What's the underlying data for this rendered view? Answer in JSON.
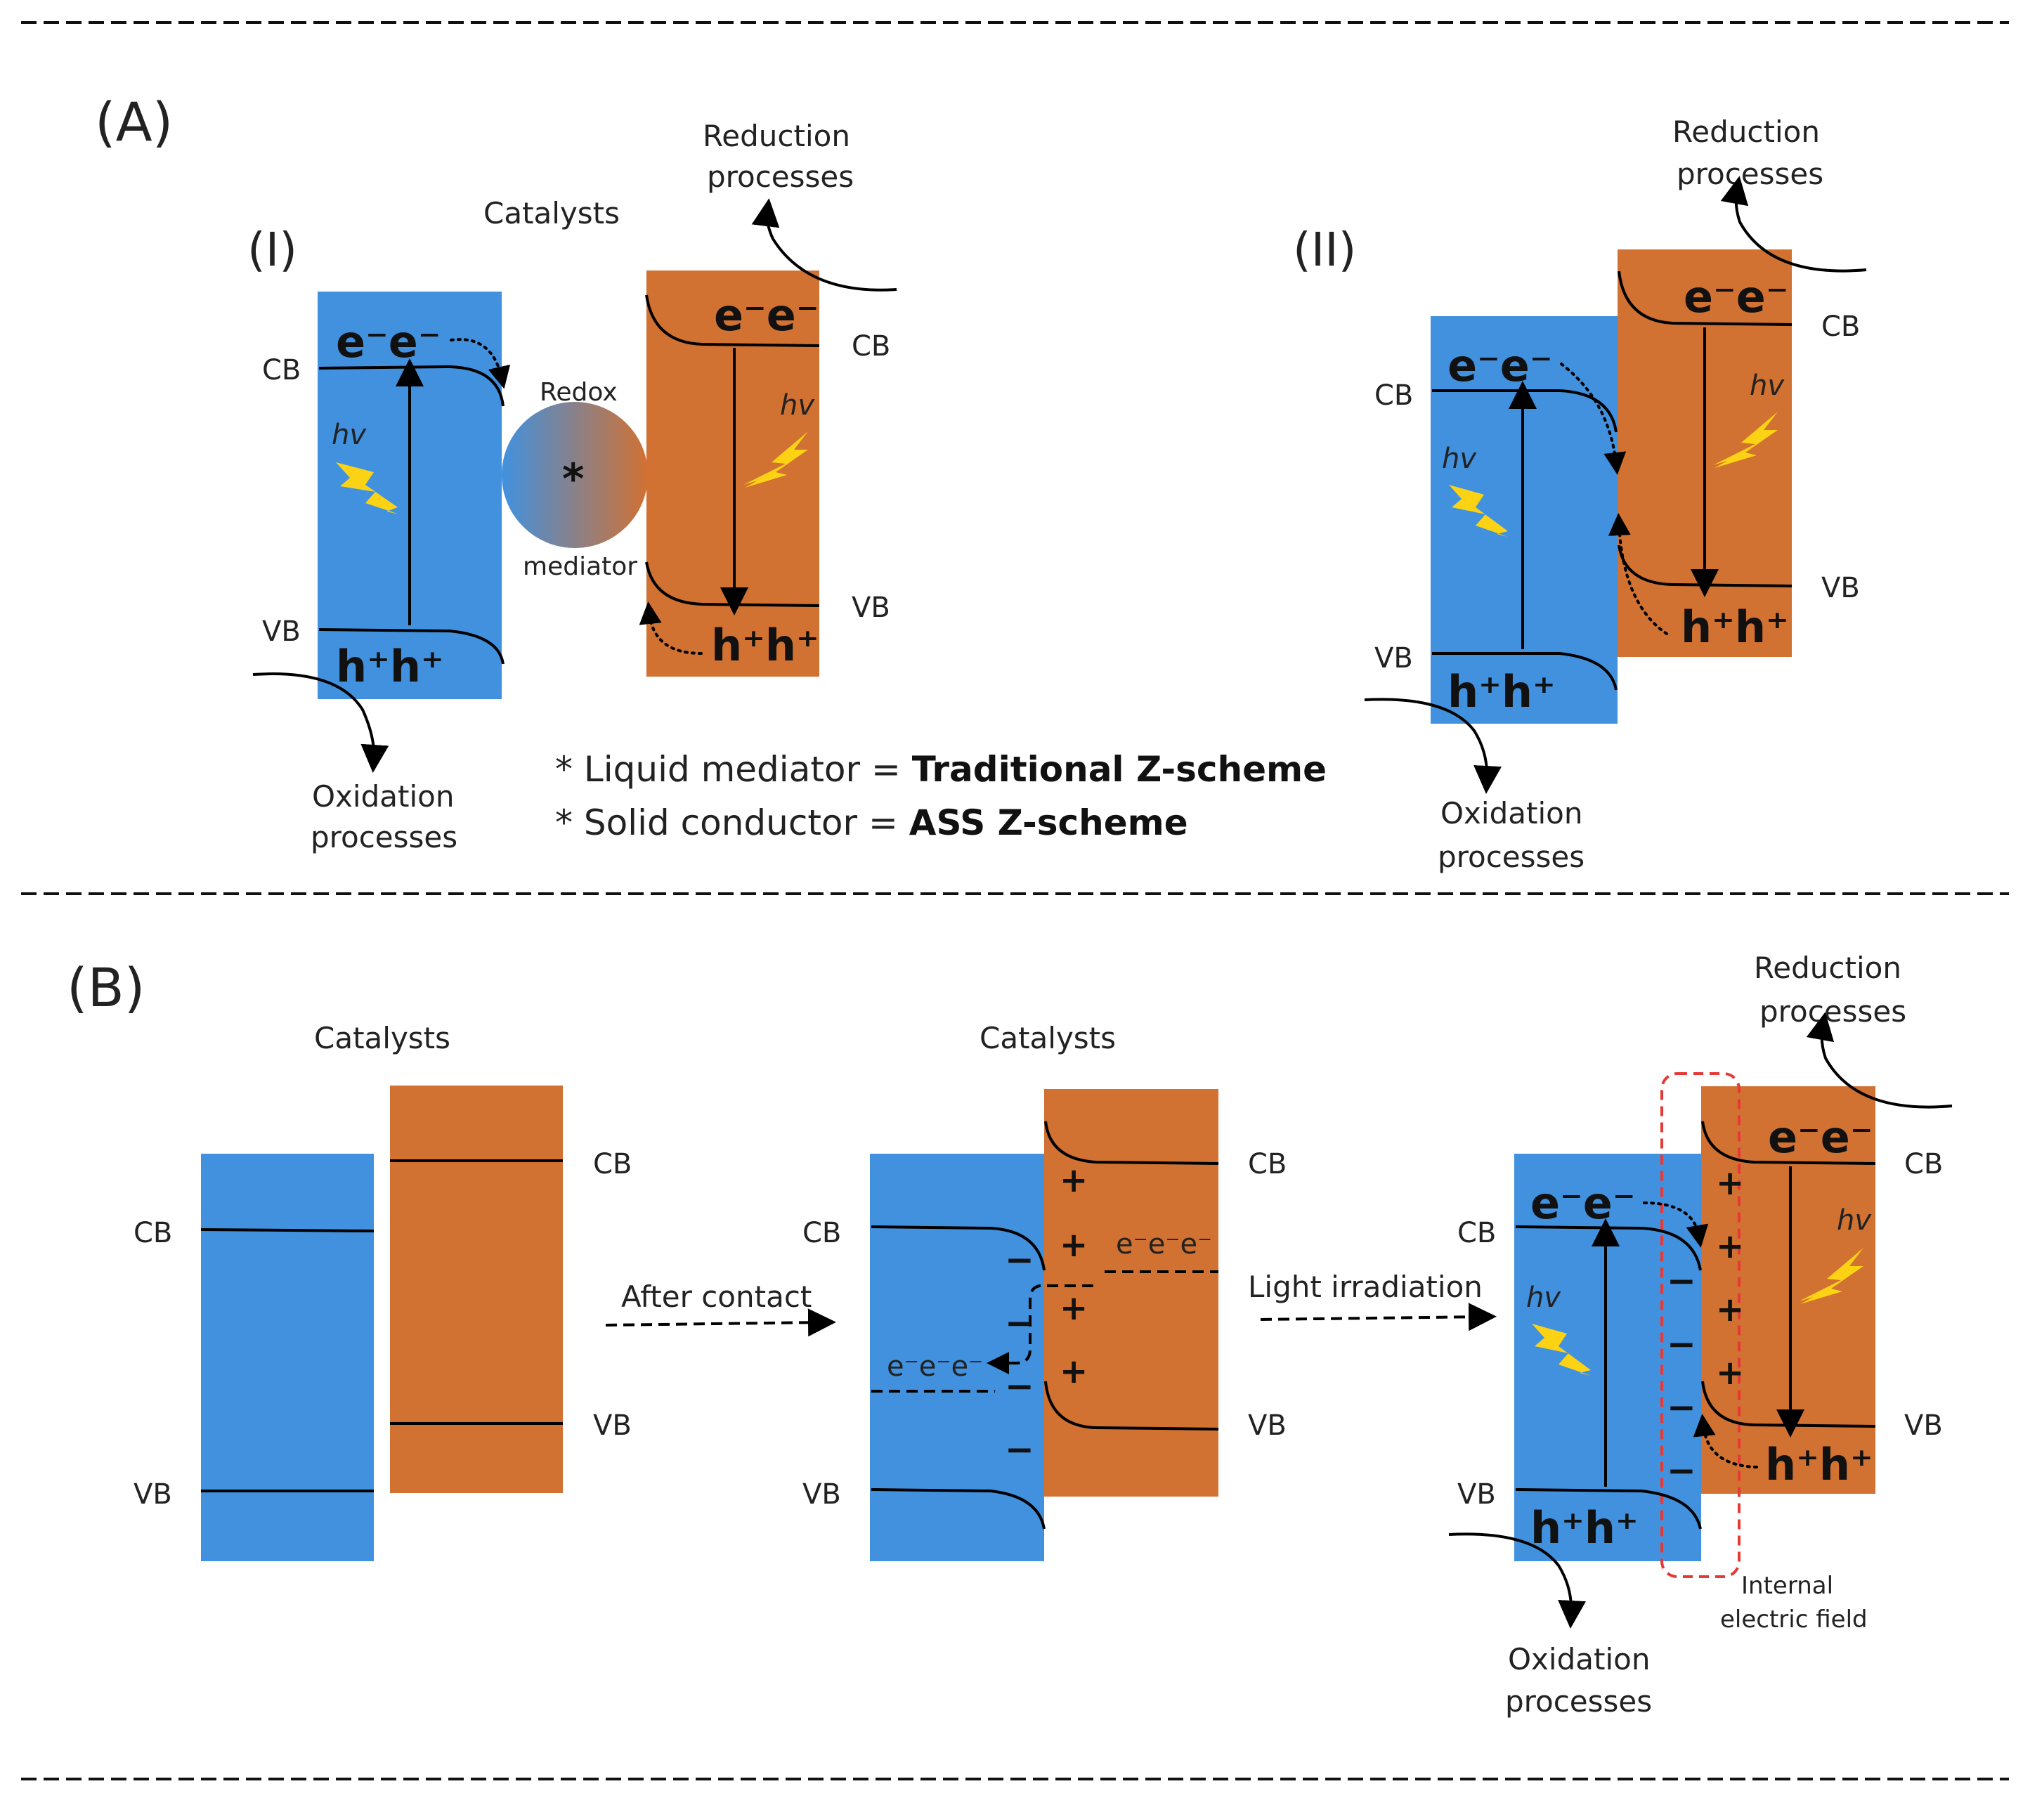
{
  "panel_a": {
    "label": "(A)",
    "sub_i": {
      "label": "(I)",
      "catalysts": "Catalysts",
      "reduction": [
        "Reduction",
        "processes"
      ],
      "oxidation": [
        "Oxidation",
        "processes"
      ],
      "mediator": [
        "Redox",
        "*",
        "mediator"
      ],
      "cb": "CB",
      "vb": "VB",
      "electrons": "e⁻e⁻",
      "holes": "h⁺h⁺",
      "hv": "hv"
    },
    "sub_ii": {
      "label": "(II)",
      "reduction": [
        "Reduction",
        "processes"
      ],
      "oxidation": [
        "Oxidation",
        "processes"
      ],
      "cb": "CB",
      "vb": "VB",
      "electrons": "e⁻e⁻",
      "holes": "h⁺h⁺",
      "hv": "hv"
    },
    "notes": {
      "line1_prefix": "*  Liquid mediator = ",
      "line1_bold": "Traditional Z-scheme",
      "line2_prefix": "* Solid conductor = ",
      "line2_bold": "ASS Z-scheme"
    }
  },
  "panel_b": {
    "label": "(B)",
    "catalysts_1": "Catalysts",
    "catalysts_2": "Catalysts",
    "after_contact": "After contact",
    "light_irradiation": "Light irradiation",
    "reduction": [
      "Reduction",
      "processes"
    ],
    "oxidation": [
      "Oxidation",
      "processes"
    ],
    "internal_field": [
      "Internal",
      "electric field"
    ],
    "cb": "CB",
    "vb": "VB",
    "electrons": "e⁻e⁻",
    "holes": "h⁺h⁺",
    "small_electrons": "e⁻e⁻e⁻",
    "hv": "hv",
    "plus": "+",
    "minus": "−"
  },
  "colors": {
    "semiconductor_1": "#4191DF",
    "semiconductor_2": "#D17132",
    "light_bolt": "#FCD214",
    "internal_field_outline": "#E53935"
  }
}
